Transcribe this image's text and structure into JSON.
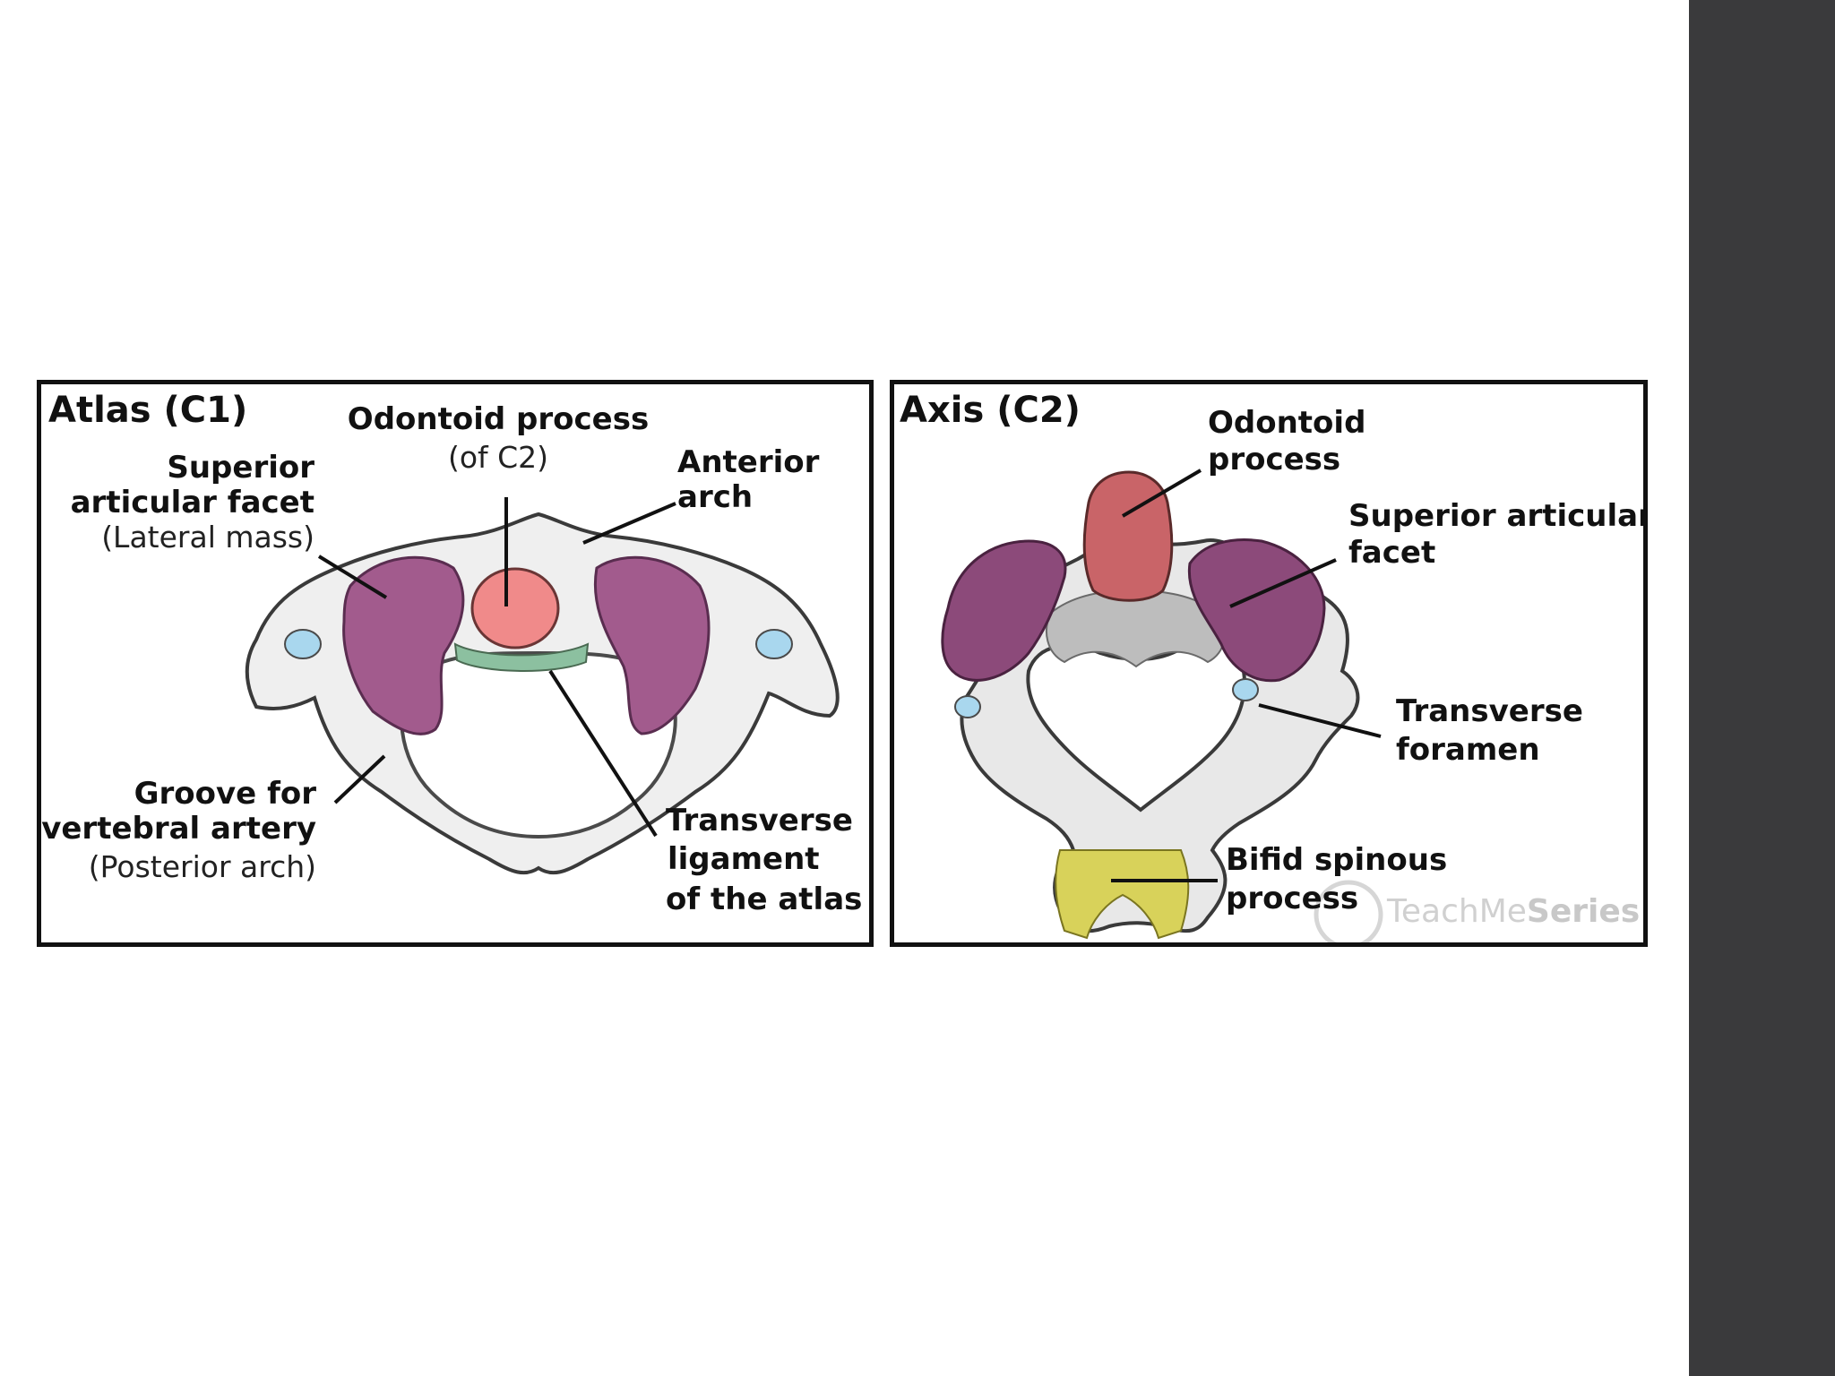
{
  "atlas": {
    "title": "Atlas (C1)",
    "labels": {
      "odontoid_main": "Odontoid process",
      "odontoid_sub": "(of C2)",
      "superior_line1": "Superior",
      "superior_line2": "articular facet",
      "superior_sub": "(Lateral mass)",
      "anterior_line1": "Anterior",
      "anterior_line2": "arch",
      "groove_line1": "Groove for",
      "groove_line2": "vertebral artery",
      "groove_sub": "(Posterior arch)",
      "transverse_line1": "Transverse",
      "transverse_line2": "ligament",
      "transverse_line3": "of the atlas"
    }
  },
  "axis": {
    "title": "Axis (C2)",
    "labels": {
      "odontoid_line1": "Odontoid",
      "odontoid_line2": "process",
      "superior_line1": "Superior articular",
      "superior_line2": "facet",
      "foramen_line1": "Transverse",
      "foramen_line2": "foramen",
      "bifid_line1": "Bifid spinous",
      "bifid_line2": "process"
    },
    "watermark_light": "TeachMe",
    "watermark_bold": "Series"
  },
  "colors": {
    "sidebar": "#3a3a3c",
    "facet": "#a25b8d",
    "odontoid_c1": "#f08a8a",
    "odontoid_c2": "#c96468",
    "ligament": "#8cc0a0",
    "foramen": "#a9d7ee",
    "spinous": "#d8d25a",
    "bone": "#efefef",
    "bone_outline": "#3a3a3a"
  }
}
